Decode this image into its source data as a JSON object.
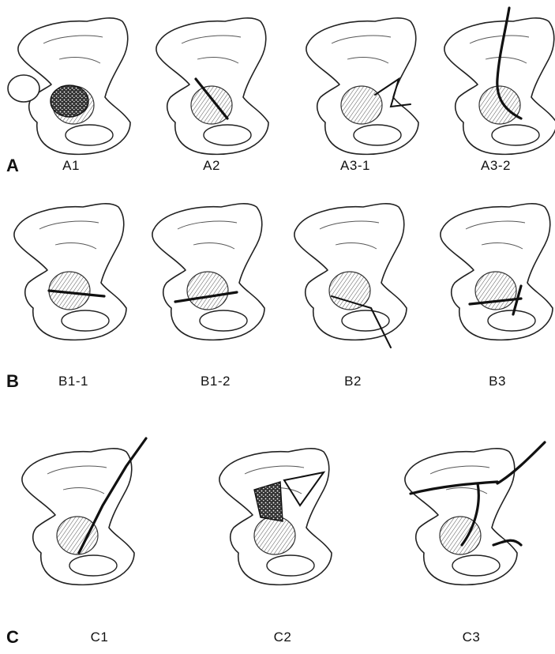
{
  "rows": [
    {
      "label": "A",
      "panels": [
        "A1",
        "A2",
        "A3-1",
        "A3-2"
      ]
    },
    {
      "label": "B",
      "panels": [
        "B1-1",
        "B1-2",
        "B2",
        "B3"
      ]
    },
    {
      "label": "C",
      "panels": [
        "C1",
        "C2",
        "C3"
      ]
    }
  ],
  "colors": {
    "line": "#222222",
    "background": "#ffffff",
    "fracture": "#111111"
  }
}
